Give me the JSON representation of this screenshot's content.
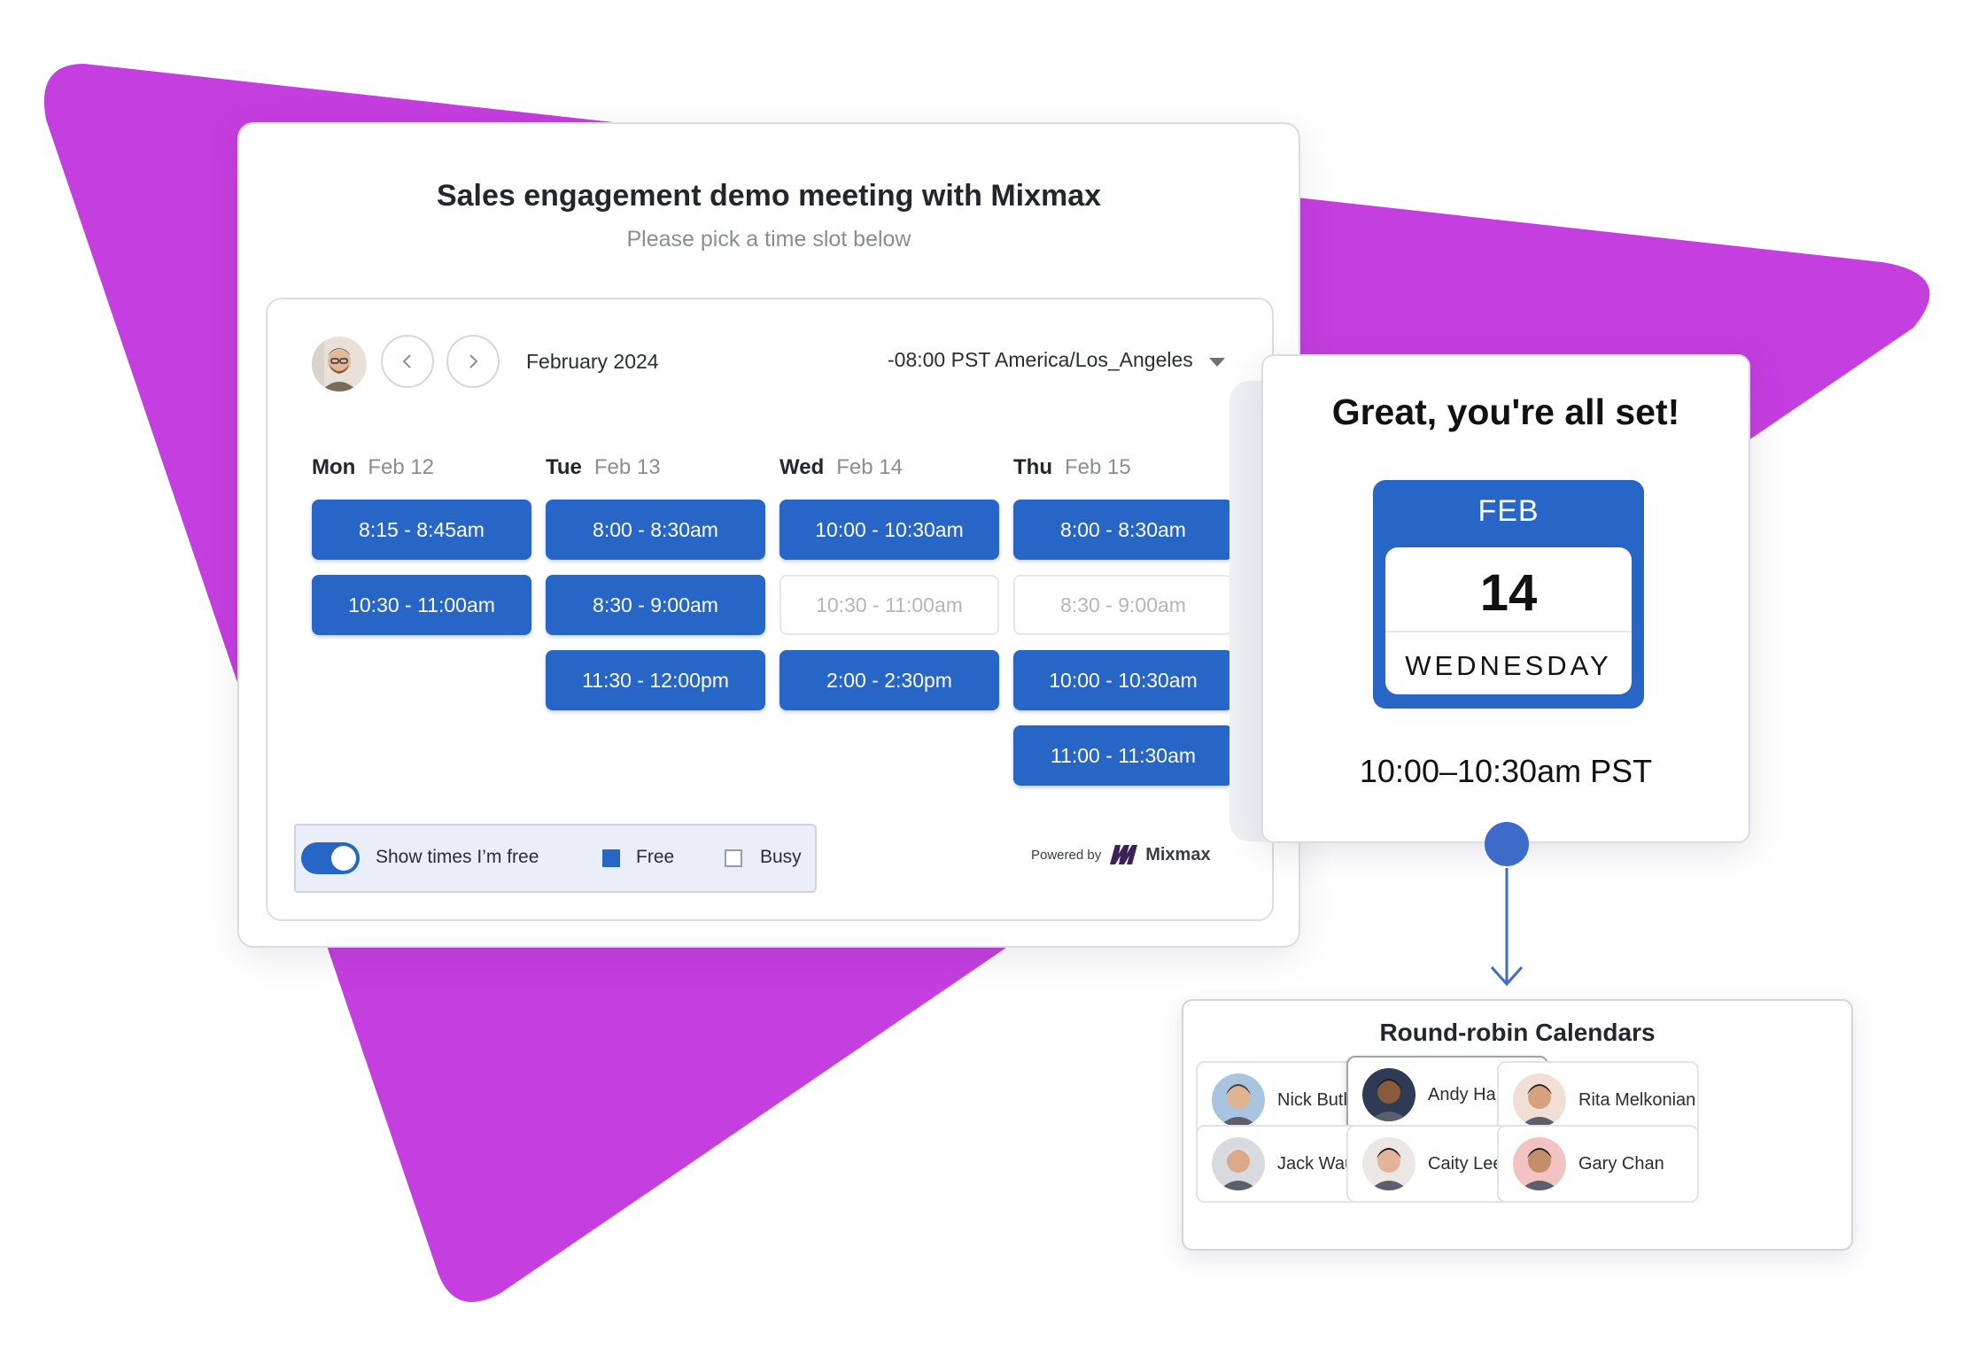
{
  "scheduler": {
    "title": "Sales engagement demo meeting with Mixmax",
    "subtitle": "Please pick a time slot below",
    "month_label": "February 2024",
    "timezone": "-08:00 PST America/Los_Angeles",
    "days": [
      {
        "name": "Mon",
        "date": "Feb 12",
        "slots": [
          {
            "label": "8:15 - 8:45am",
            "status": "free"
          },
          {
            "label": "10:30 - 11:00am",
            "status": "free"
          }
        ]
      },
      {
        "name": "Tue",
        "date": "Feb 13",
        "slots": [
          {
            "label": "8:00 - 8:30am",
            "status": "free"
          },
          {
            "label": "8:30 - 9:00am",
            "status": "free"
          },
          {
            "label": "11:30 - 12:00pm",
            "status": "free"
          }
        ]
      },
      {
        "name": "Wed",
        "date": "Feb 14",
        "slots": [
          {
            "label": "10:00 - 10:30am",
            "status": "free"
          },
          {
            "label": "10:30 - 11:00am",
            "status": "busy"
          },
          {
            "label": "2:00 - 2:30pm",
            "status": "free"
          }
        ]
      },
      {
        "name": "Thu",
        "date": "Feb 15",
        "slots": [
          {
            "label": "8:00 - 8:30am",
            "status": "free"
          },
          {
            "label": "8:30 - 9:00am",
            "status": "busy"
          },
          {
            "label": "10:00 - 10:30am",
            "status": "free"
          },
          {
            "label": "11:00 - 11:30am",
            "status": "free"
          }
        ]
      }
    ],
    "legend": {
      "toggle_label": "Show times I’m free",
      "toggle_on": true,
      "free_label": "Free",
      "busy_label": "Busy"
    },
    "powered_by": "Powered by",
    "brand_name": "Mixmax"
  },
  "confirmation": {
    "title": "Great, you're all set!",
    "month": "FEB",
    "day": "14",
    "weekday": "WEDNESDAY",
    "time": "10:00–10:30am PST"
  },
  "round_robin": {
    "title": "Round-robin Calendars",
    "members": [
      {
        "name": "Nick Butler",
        "selected": false
      },
      {
        "name": "Andy Hamilin",
        "selected": true
      },
      {
        "name": "Rita Melkonian",
        "selected": false
      },
      {
        "name": "Jack Wauson",
        "selected": false
      },
      {
        "name": "Caity Lee",
        "selected": false
      },
      {
        "name": "Gary Chan",
        "selected": false
      }
    ]
  },
  "colors": {
    "accent_purple": "#c53edf",
    "slot_blue": "#2766c6",
    "connector_blue": "#3e6ac9"
  },
  "icons": {
    "prev": "chevron-left-icon",
    "next": "chevron-right-icon",
    "timezone_caret": "caret-down-icon",
    "brand": "mixmax-logo-icon",
    "connector": "arrow-down-icon"
  }
}
